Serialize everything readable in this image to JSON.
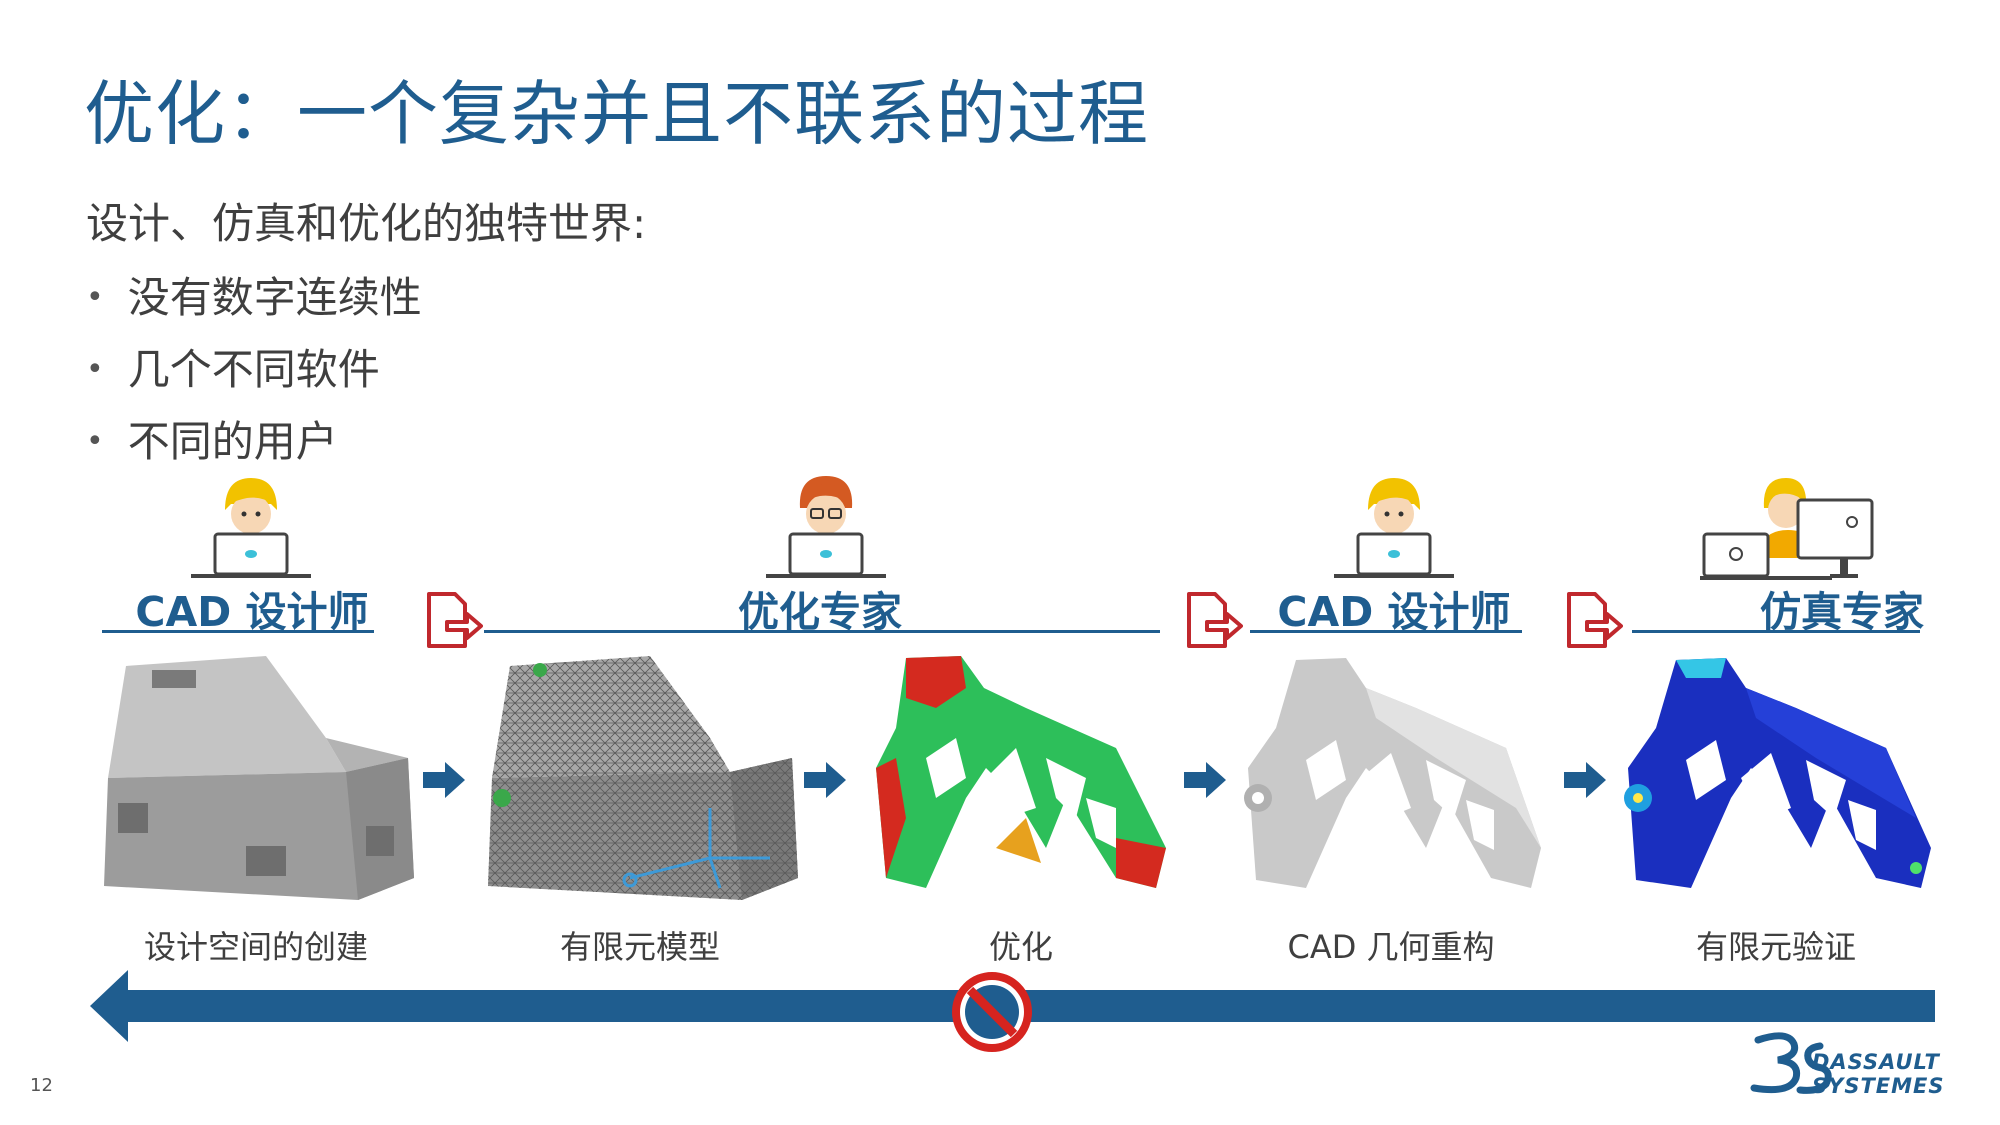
{
  "title": "优化：一个复杂并且不联系的过程",
  "subtitle": "设计、仿真和优化的独特世界:",
  "bullets": [
    "没有数字连续性",
    "几个不同软件",
    "不同的用户"
  ],
  "roles": {
    "designer_1": "CAD 设计师",
    "optimizer": "优化专家",
    "designer_2": "CAD 设计师",
    "simulation": "仿真专家"
  },
  "stages": [
    {
      "caption": "设计空间的创建",
      "image": "gray-design-space-block"
    },
    {
      "caption": "有限元模型",
      "image": "meshed-fe-model"
    },
    {
      "caption": "优化",
      "image": "green-topology-optimized-bracket"
    },
    {
      "caption": "CAD 几何重构",
      "image": "gray-reconstructed-bracket"
    },
    {
      "caption": "有限元验证",
      "image": "blue-fe-validation-bracket"
    }
  ],
  "icons": {
    "person": "person-at-laptop-icon",
    "handoff": "document-export-icon",
    "next": "right-arrow-icon",
    "blocked": "prohibited-icon",
    "logo": "3ds-logo"
  },
  "colors": {
    "brand_blue": "#1f5d8f",
    "handoff_red": "#c0282d",
    "text_gray": "#3f3f3f"
  },
  "footer": {
    "page_number": "12",
    "logo_line1": "DASSAULT",
    "logo_line2": "SYSTEMES"
  }
}
